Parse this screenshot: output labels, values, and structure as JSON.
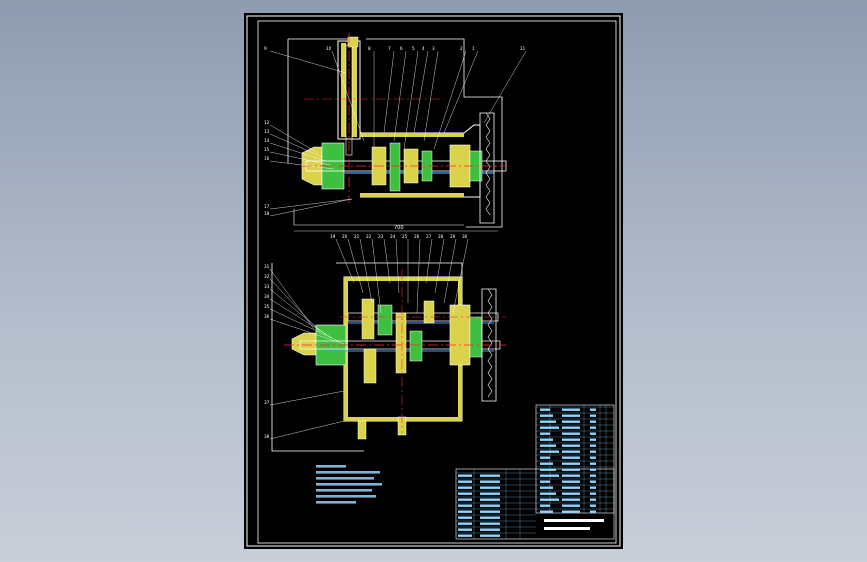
{
  "drawing": {
    "colors": {
      "background_top": "#8e9bb0",
      "background_bottom": "#c9cfd9",
      "sheet": "#000000",
      "border": "#ffffff",
      "outline": "#ffffff",
      "section_fill": "#d9d24a",
      "section_green": "#3fbf3f",
      "centerline": "#ff2a2a",
      "shaft_blue": "#3aa0ff",
      "table_text": "#8fd3ff"
    },
    "view_top": {
      "leader_labels": [
        "9",
        "10",
        "8",
        "7",
        "6",
        "5",
        "4",
        "3",
        "2",
        "1",
        "11",
        "12",
        "13",
        "14",
        "15",
        "16",
        "17",
        "18"
      ],
      "dimension": "700"
    },
    "view_bottom": {
      "leader_labels": [
        "19",
        "20",
        "21",
        "22",
        "23",
        "24",
        "25",
        "26",
        "27",
        "28",
        "29",
        "30",
        "31",
        "32",
        "33",
        "34",
        "35",
        "36",
        "37",
        "38"
      ]
    },
    "icons": {
      "gear": "gear-icon",
      "pulley": "pulley-icon",
      "bearing": "bearing-icon"
    }
  }
}
